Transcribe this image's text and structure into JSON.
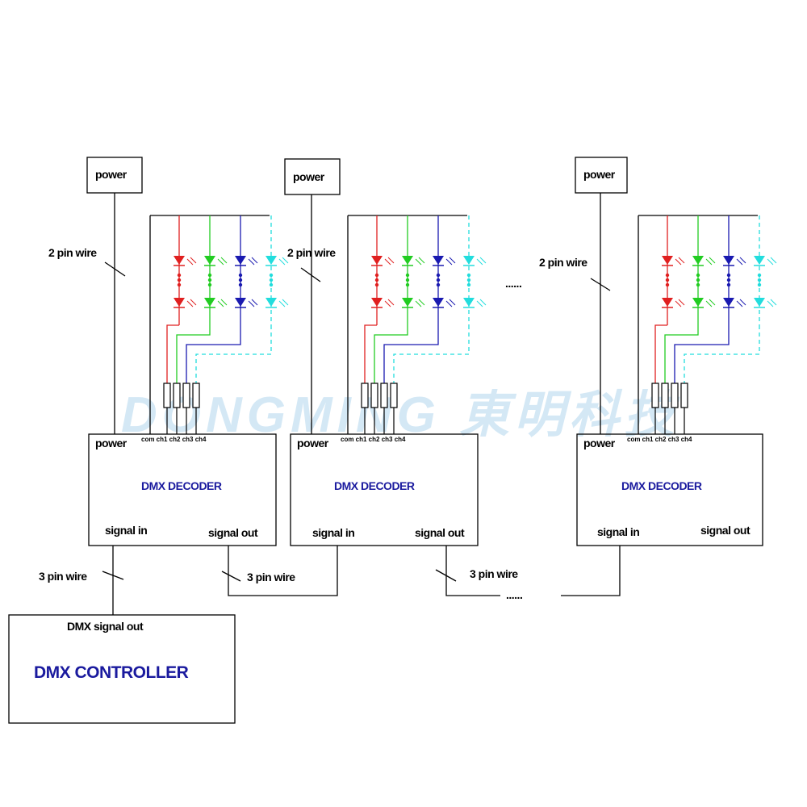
{
  "watermark": "DONGMING 東明科技",
  "power_label": "power",
  "two_pin_wire": "2 pin wire",
  "three_pin_wire": "3 pin wire",
  "decoder": {
    "title": "DMX DECODER",
    "power": "power",
    "signal_in": "signal in",
    "signal_out": "signal out",
    "pins": "com ch1 ch2 ch3 ch4"
  },
  "decoders": [
    {
      "title": "DMX DECODER",
      "power": "power",
      "signal_in": "signal in",
      "signal_out": "signal out"
    },
    {
      "title": "DMX DECODER",
      "power": "power",
      "signal_in": "signal in",
      "signal_out": "signal out"
    },
    {
      "title": "DMX DECODER",
      "power": "power",
      "signal_in": "signal in",
      "signal_out": "signal out"
    }
  ],
  "ellipsis": "......",
  "controller": {
    "title": "DMX  CONTROLLER",
    "output_label": "DMX  signal  out"
  },
  "channel_colors": {
    "ch1": "#e02020",
    "ch2": "#22cc22",
    "ch3": "#1a1ab0",
    "ch4": "#22dddd"
  }
}
